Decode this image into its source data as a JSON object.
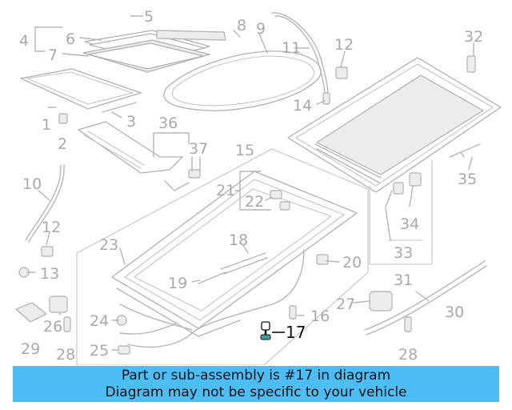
{
  "diagram": {
    "highlighted_part": "17",
    "callouts": [
      "1",
      "2",
      "3",
      "4",
      "5",
      "6",
      "7",
      "8",
      "9",
      "10",
      "11",
      "12",
      "12",
      "13",
      "14",
      "15",
      "16",
      "17",
      "18",
      "19",
      "20",
      "21",
      "22",
      "23",
      "24",
      "25",
      "26",
      "27",
      "28",
      "28",
      "29",
      "30",
      "31",
      "32",
      "33",
      "34",
      "35",
      "36",
      "37"
    ]
  },
  "banner": {
    "line1": "Part or sub-assembly is #17 in diagram",
    "line2": "Diagram may not be specific to your vehicle"
  },
  "colors": {
    "banner_bg": "#4dbdf6",
    "line_art": "#b0b0b0",
    "highlight_text": "#111111"
  }
}
